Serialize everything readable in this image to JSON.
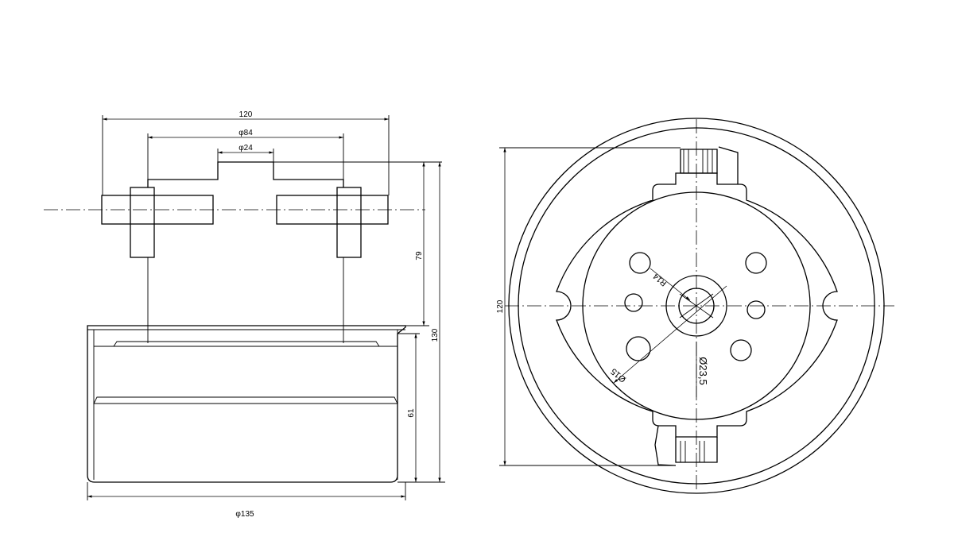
{
  "dimensions": {
    "overall_width": "120",
    "bracket_span": "φ84",
    "shaft_dia": "φ24",
    "upper_height": "79",
    "total_height": "130",
    "housing_height": "61",
    "housing_dia": "φ135",
    "face_height": "120",
    "bore_dia": "Ø23,5",
    "pcd_radius": "R14",
    "hole_dia": "Ø15"
  }
}
